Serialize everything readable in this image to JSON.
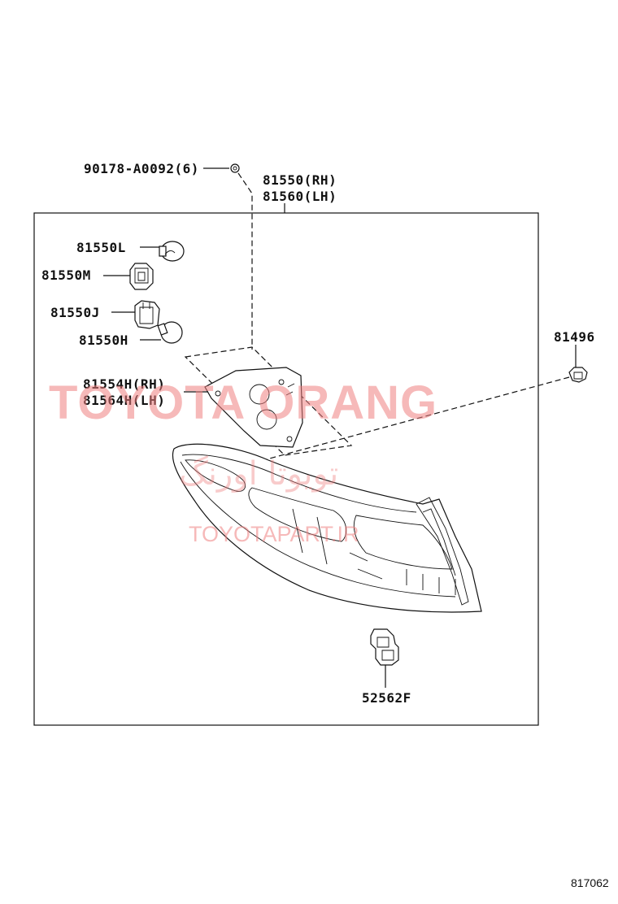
{
  "labels": {
    "screw": "90178-A0092(6)",
    "lamp_rh": "81550(RH)",
    "lamp_lh": "81560(LH)",
    "bulb_l": "81550L",
    "socket_m": "81550M",
    "socket_j": "81550J",
    "bulb_h": "81550H",
    "clip": "81496",
    "gasket_rh": "81554H(RH)",
    "gasket_lh": "81564H(LH)",
    "retainer": "52562F"
  },
  "watermarks": {
    "main": "TOYOTA ORANG",
    "persian": "تویوتا اورنگ",
    "url": "TOYOTAPART.IR"
  },
  "diagram_code": "817062",
  "colors": {
    "watermark": "#f08080",
    "line": "#111111"
  }
}
